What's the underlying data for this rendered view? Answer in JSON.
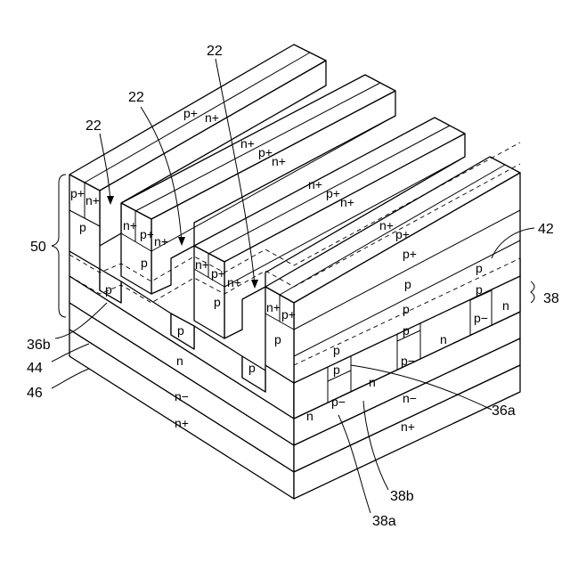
{
  "labels": {
    "p": "p",
    "n": "n",
    "p_plus": "p+",
    "n_plus": "n+",
    "p_minus": "p−",
    "n_minus": "n−"
  },
  "references": {
    "trench": "22",
    "region_50": "50",
    "region_38": "38",
    "pillar_42": "42",
    "region_36a": "36a",
    "region_36b": "36b",
    "layer_44": "44",
    "layer_46": "46",
    "region_38a": "38a",
    "region_38b": "38b"
  }
}
